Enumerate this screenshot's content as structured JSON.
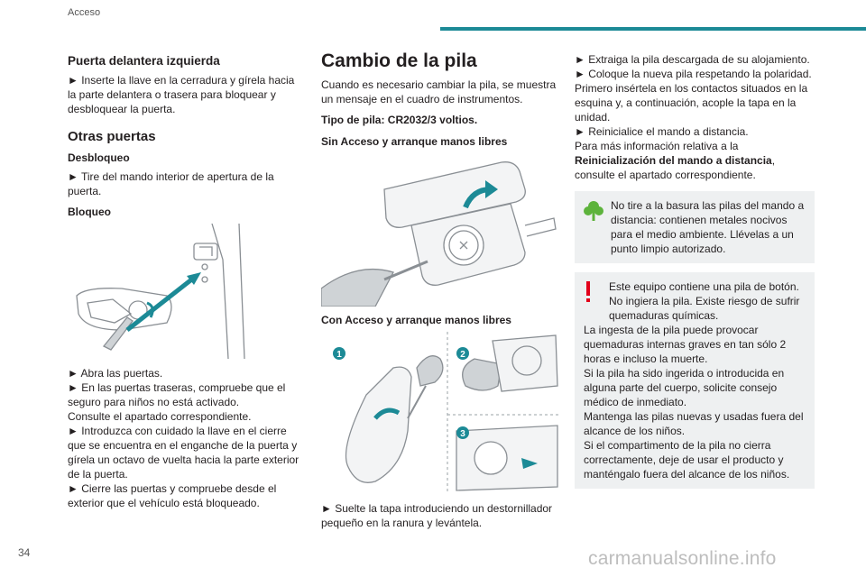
{
  "header": {
    "section": "Acceso"
  },
  "page_number": "34",
  "watermark": "carmanualsonline.info",
  "col1": {
    "h_door": "Puerta delantera izquierda",
    "p_door": "► Inserte la llave en la cerradura y gírela hacia la parte delantera o trasera para bloquear y desbloquear la puerta.",
    "h_other": "Otras puertas",
    "h_unlock": "Desbloqueo",
    "p_unlock": "► Tire del mando interior de apertura de la puerta.",
    "h_lock": "Bloqueo",
    "steps": [
      "► Abra las puertas.",
      "► En las puertas traseras, compruebe que el seguro para niños no está activado.",
      "Consulte el apartado correspondiente.",
      "► Introduzca con cuidado la llave en el cierre que se encuentra en el enganche de la puerta y gírela un octavo de vuelta hacia la parte exterior de la puerta.",
      "► Cierre las puertas y compruebe desde el exterior que el vehículo está bloqueado."
    ]
  },
  "col2": {
    "title": "Cambio de la pila",
    "intro": "Cuando es necesario cambiar la pila, se muestra un mensaje en el cuadro de instrumentos.",
    "battery_type": "Tipo de pila: CR2032/3 voltios.",
    "h_without": "Sin Acceso y arranque manos libres",
    "h_with": "Con Acceso y arranque manos libres",
    "fig_labels": [
      "1",
      "2",
      "3"
    ],
    "step_release": "► Suelte la tapa introduciendo un destornillador pequeño en la ranura y levántela."
  },
  "col3": {
    "steps": [
      "► Extraiga la pila descargada de su alojamiento.",
      "► Coloque la nueva pila respetando la polaridad. Primero insértela en los contactos situados en la esquina y, a continuación, acople la tapa en la unidad.",
      "► Reinicialice el mando a distancia.",
      "Para más información relativa a la"
    ],
    "ref_bold": "Reinicialización del mando a distancia",
    "ref_tail": ",",
    "ref_line2": "consulte el apartado correspondiente.",
    "eco_note": "No tire a la basura las pilas del mando a distancia: contienen metales nocivos para el medio ambiente. Llévelas a un punto limpio autorizado.",
    "warning_lines": [
      "Este equipo contiene una pila de botón. No ingiera la pila. Existe riesgo de sufrir quemaduras químicas.",
      "La ingesta de la pila puede provocar quemaduras internas graves en tan sólo 2 horas e incluso la muerte.",
      "Si la pila ha sido ingerida o introducida en alguna parte del cuerpo, solicite consejo médico de inmediato.",
      "Mantenga las pilas nuevas y usadas fuera del alcance de los niños.",
      "Si el compartimento de la pila no cierra correctamente, deje de usar el producto y manténgalo fuera del alcance de los niños."
    ]
  },
  "colors": {
    "accent": "#1c8a96",
    "eco": "#5db33c",
    "warning": "#e2001a",
    "note_bg": "#eef0f1"
  },
  "icons": [
    "eco-tree-icon",
    "warning-exclamation-icon"
  ]
}
